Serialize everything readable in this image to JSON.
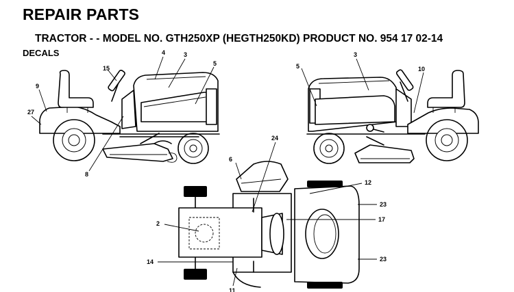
{
  "header": {
    "title": "REPAIR PARTS",
    "subtitle": "TRACTOR - - MODEL NO. GTH250XP (HEGTH250KD) PRODUCT NO. 954 17 02-14",
    "section": "DECALS"
  },
  "callouts": {
    "left_15": "15",
    "left_4": "4",
    "left_3": "3",
    "left_5": "5",
    "left_9": "9",
    "left_27": "27",
    "left_8": "8",
    "right_5": "5",
    "right_3": "3",
    "right_10": "10",
    "top_6": "6",
    "top_24": "24",
    "top_12": "12",
    "top_23a": "23",
    "top_2": "2",
    "top_17": "17",
    "top_14": "14",
    "top_23b": "23",
    "top_11": "11"
  }
}
